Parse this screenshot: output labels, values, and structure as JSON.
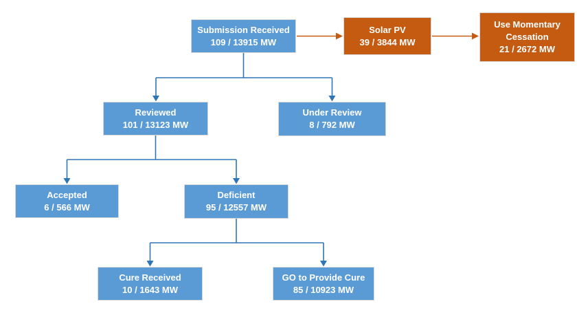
{
  "diagram": {
    "nodes": {
      "submission": {
        "label": "Submission Received",
        "value": "109 / 13915 MW"
      },
      "solar_pv": {
        "label": "Solar PV",
        "value": "39 / 3844 MW"
      },
      "momentary": {
        "label": "Use Momentary Cessation",
        "value": "21 / 2672 MW"
      },
      "reviewed": {
        "label": "Reviewed",
        "value": "101 / 13123 MW"
      },
      "under_review": {
        "label": "Under Review",
        "value": "8 / 792 MW"
      },
      "accepted": {
        "label": "Accepted",
        "value": "6 / 566 MW"
      },
      "deficient": {
        "label": "Deficient",
        "value": "95 / 12557 MW"
      },
      "cure_received": {
        "label": "Cure Received",
        "value": "10 / 1643 MW"
      },
      "go_to_provide_cure": {
        "label": "GO to Provide Cure",
        "value": "85 / 10923 MW"
      }
    },
    "colors": {
      "box-blue": "#5B9BD5",
      "box-orange": "#C55A11",
      "box-border": "#D8D8D8",
      "connector-blue": "#2E75B6",
      "connector-orange": "#C55A11",
      "text-color": "#FFFFFF"
    }
  }
}
